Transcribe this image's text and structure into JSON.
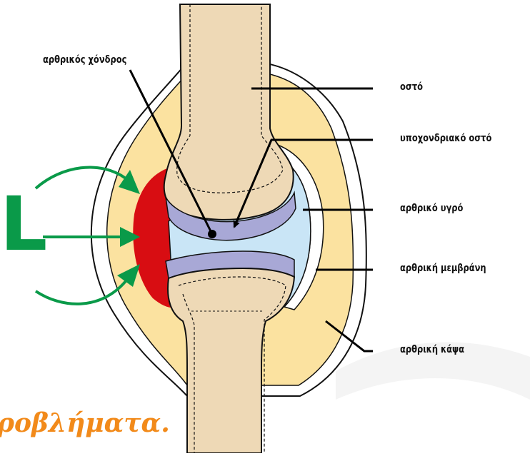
{
  "labels": {
    "cartilage": "αρθρικός χόνδρος",
    "bone": "οστό",
    "subchondral_bone": "υποχονδριακό οστό",
    "synovial_fluid": "αρθρικό υγρό",
    "synovial_membrane": "αρθρική μεμβράνη",
    "joint_capsule": "αρθρική κάψα"
  },
  "side_letter": "L",
  "footer_text": "ροβλήματα.",
  "colors": {
    "bone": "#eed9b6",
    "capsule_fill": "#fbe2a0",
    "cartilage": "#a8a8d6",
    "fluid": "#c9e5f6",
    "inflamed": "#d80d12",
    "arrow": "#0a9a49",
    "footer": "#f28a1a"
  }
}
